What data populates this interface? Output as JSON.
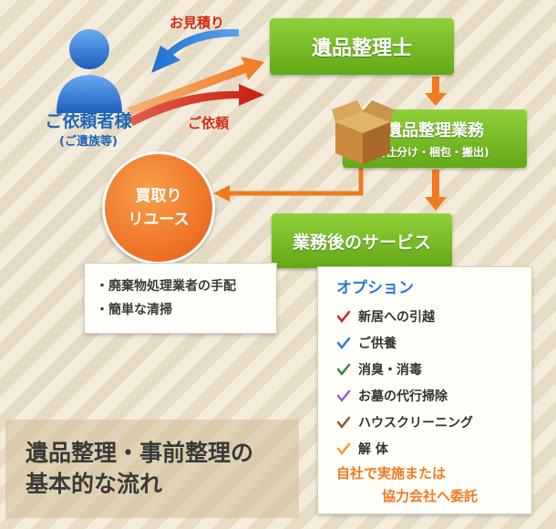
{
  "labels": {
    "quote": "お見積り",
    "request": "ご依頼",
    "client": "ご依頼者様",
    "client_sub": "(ご遺族等)",
    "organizer": "遺品整理士",
    "work": "遺品整理業務",
    "work_sub": "(仕分け・梱包・搬出)",
    "buyback_1": "買取り",
    "buyback_2": "リユース",
    "after_service": "業務後のサービス",
    "waste": "・廃棄物処理業者の手配",
    "cleaning": "・簡単な清掃",
    "options_title": "オプション",
    "options": [
      "新居への引越",
      "ご供養",
      "消臭・消毒",
      "お墓の代行掃除",
      "ハウスクリーニング",
      "解 体"
    ],
    "outsource_1": "自社で実施または",
    "outsource_2": "協力会社へ委託",
    "caption_1": "遺品整理・事前整理の",
    "caption_2": "基本的な流れ"
  },
  "colors": {
    "green": "#6cb21e",
    "orange": "#f07a21",
    "red": "#d22b12",
    "blue": "#1e66b8",
    "check_colors": [
      "#c8262a",
      "#2c7ad6",
      "#3a8a3a",
      "#a35ac8",
      "#8a5a2c",
      "#f0a020"
    ]
  }
}
